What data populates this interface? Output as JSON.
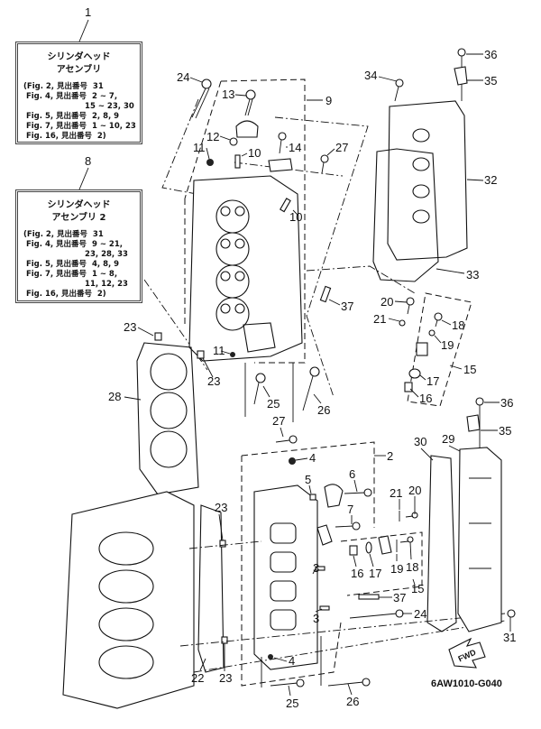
{
  "diagram": {
    "code": "6AW1010-G040",
    "fwd_label": "FWD",
    "assembly_boxes": [
      {
        "ref": "1",
        "title_lines": [
          "シリンダヘッド",
          "アセンブリ"
        ],
        "rows": [
          "(Fig. 2, 見出番号  31",
          " Fig. 4, 見出番号  2 ~ 7,",
          "                       15 ~ 23, 30",
          " Fig. 5, 見出番号  2, 8, 9",
          " Fig. 7, 見出番号  1 ~ 10, 23",
          " Fig. 16, 見出番号  2)"
        ]
      },
      {
        "ref": "8",
        "title_lines": [
          "シリンダヘッド",
          "アセンブリ 2"
        ],
        "rows": [
          "(Fig. 2, 見出番号  31",
          " Fig. 4, 見出番号  9 ~ 21,",
          "                       23, 28, 33",
          " Fig. 5, 見出番号  4, 8, 9",
          " Fig. 7, 見出番号  1 ~ 8,",
          "                       11, 12, 23",
          " Fig. 16, 見出番号  2)"
        ]
      }
    ],
    "callouts": {
      "c24a": "24",
      "c13": "13",
      "c9": "9",
      "c12": "12",
      "c11a": "11",
      "c10a": "10",
      "c14": "14",
      "c27a": "27",
      "c10b": "10",
      "c34": "34",
      "c36a": "36",
      "c35a": "35",
      "c32": "32",
      "c33": "33",
      "c37a": "37",
      "c20a": "20",
      "c21a": "21",
      "c18a": "18",
      "c19a": "19",
      "c15a": "15",
      "c17a": "17",
      "c16a": "16",
      "c23a": "23",
      "c23b": "23",
      "c11b": "11",
      "c28": "28",
      "c25a": "25",
      "c26a": "26",
      "c27b": "27",
      "c4a": "4",
      "c2": "2",
      "c5": "5",
      "c6": "6",
      "c7": "7",
      "c21b": "21",
      "c20b": "20",
      "c16b": "16",
      "c17b": "17",
      "c19b": "19",
      "c18b": "18",
      "c15b": "15",
      "c3a": "3",
      "c3b": "3",
      "c37b": "37",
      "c24b": "24",
      "c36b": "36",
      "c35b": "35",
      "c30": "30",
      "c29": "29",
      "c23c": "23",
      "c22": "22",
      "c23d": "23",
      "c4b": "4",
      "c31": "31",
      "c25b": "25",
      "c26b": "26"
    }
  }
}
